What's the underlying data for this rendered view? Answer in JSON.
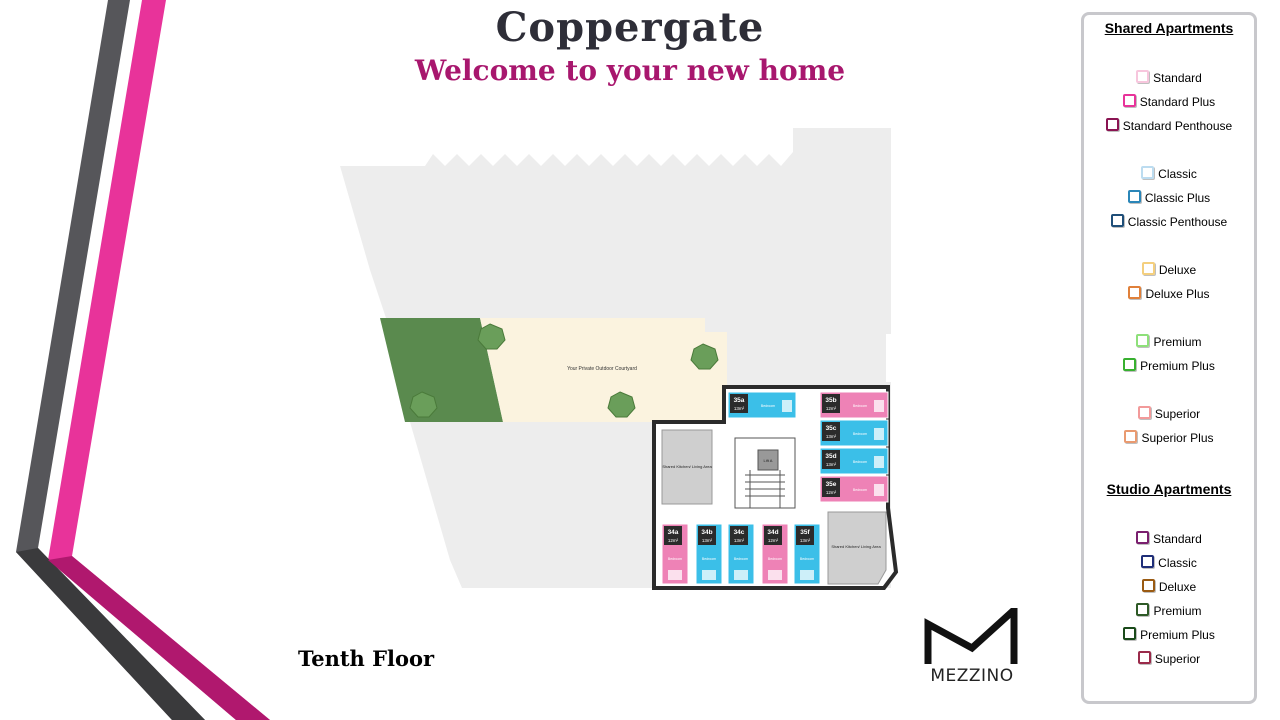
{
  "header": {
    "title": "Coppergate",
    "subtitle": "Welcome to your new home"
  },
  "floor_label": "Tenth Floor",
  "brand": {
    "name": "MEZZINO"
  },
  "colors": {
    "pink_stripe": "#e8339a",
    "grey_stripe": "#5a5a5c",
    "magenta": "#a8176e",
    "lawn": "#5a8a4e",
    "courtyard": "#fbf3df",
    "building_grey": "#ededed",
    "wall": "#2b2b2b",
    "studio_pink": "#ee82b6",
    "studio_cyan": "#3bbfe8"
  },
  "plan": {
    "courtyard_label": "Your Private Outdoor Courtyard",
    "lift_label": "Lift A",
    "kitchen_left_label": "Shared Kitchen/ Living Area",
    "kitchen_right_label": "Shared Kitchen/ Living Area",
    "bedroom_label": "Bedroom",
    "rooms": [
      {
        "id": "35a",
        "area": "13m²",
        "type": "cyan"
      },
      {
        "id": "35b",
        "area": "12m²",
        "type": "pink"
      },
      {
        "id": "35c",
        "area": "13m²",
        "type": "cyan"
      },
      {
        "id": "35d",
        "area": "13m²",
        "type": "cyan"
      },
      {
        "id": "35e",
        "area": "12m²",
        "type": "pink"
      },
      {
        "id": "34a",
        "area": "12m²",
        "type": "pink"
      },
      {
        "id": "34b",
        "area": "13m²",
        "type": "cyan"
      },
      {
        "id": "34c",
        "area": "13m²",
        "type": "cyan"
      },
      {
        "id": "34d",
        "area": "12m²",
        "type": "pink"
      },
      {
        "id": "35f",
        "area": "13m²",
        "type": "cyan"
      }
    ]
  },
  "legend": {
    "shared_heading": "Shared Apartments",
    "shared_items": [
      {
        "label": "Standard",
        "color": "#f7c6dd"
      },
      {
        "label": "Standard Plus",
        "color": "#e8339a"
      },
      {
        "label": "Standard Penthouse",
        "color": "#8a1452"
      },
      {
        "label": "Classic",
        "color": "#bcdcf0"
      },
      {
        "label": "Classic Plus",
        "color": "#2a86b8"
      },
      {
        "label": "Classic Penthouse",
        "color": "#1f4e78"
      },
      {
        "label": "Deluxe",
        "color": "#f4cf7e"
      },
      {
        "label": "Deluxe Plus",
        "color": "#e0803a"
      },
      {
        "label": "Premium",
        "color": "#8ee07a"
      },
      {
        "label": "Premium Plus",
        "color": "#38b030"
      },
      {
        "label": "Superior",
        "color": "#f29a9a"
      },
      {
        "label": "Superior Plus",
        "color": "#e99a70"
      }
    ],
    "studio_heading": "Studio Apartments",
    "studio_items": [
      {
        "label": "Standard",
        "color": "#7a1f6e"
      },
      {
        "label": "Classic",
        "color": "#1f2e78"
      },
      {
        "label": "Deluxe",
        "color": "#9a5a12"
      },
      {
        "label": "Premium",
        "color": "#2e5a26"
      },
      {
        "label": "Premium Plus",
        "color": "#1a4a1a"
      },
      {
        "label": "Superior",
        "color": "#9a2a4a"
      }
    ]
  }
}
